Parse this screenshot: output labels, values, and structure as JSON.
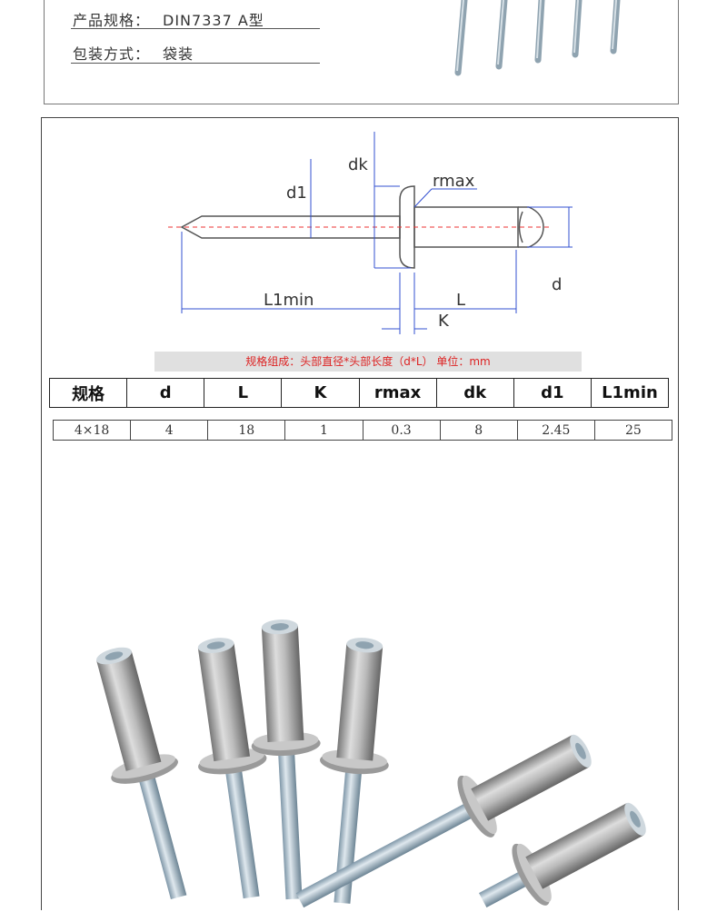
{
  "specs": [
    {
      "label": "产品规格：",
      "value": "DIN7337 A型"
    },
    {
      "label": "包装方式：",
      "value": "袋装"
    }
  ],
  "diagram": {
    "labels": {
      "dk": "dk",
      "d1": "d1",
      "rmax": "rmax",
      "d": "d",
      "L1min": "L1min",
      "L": "L",
      "K": "K"
    }
  },
  "note": "规格组成：头部直径*头部长度（d*L） 单位：mm",
  "table": {
    "headers": [
      "规格",
      "d",
      "L",
      "K",
      "rmax",
      "dk",
      "d1",
      "L1min"
    ],
    "rows": [
      [
        "4×18",
        "4",
        "18",
        "1",
        "0.3",
        "8",
        "2.45",
        "25"
      ]
    ]
  }
}
